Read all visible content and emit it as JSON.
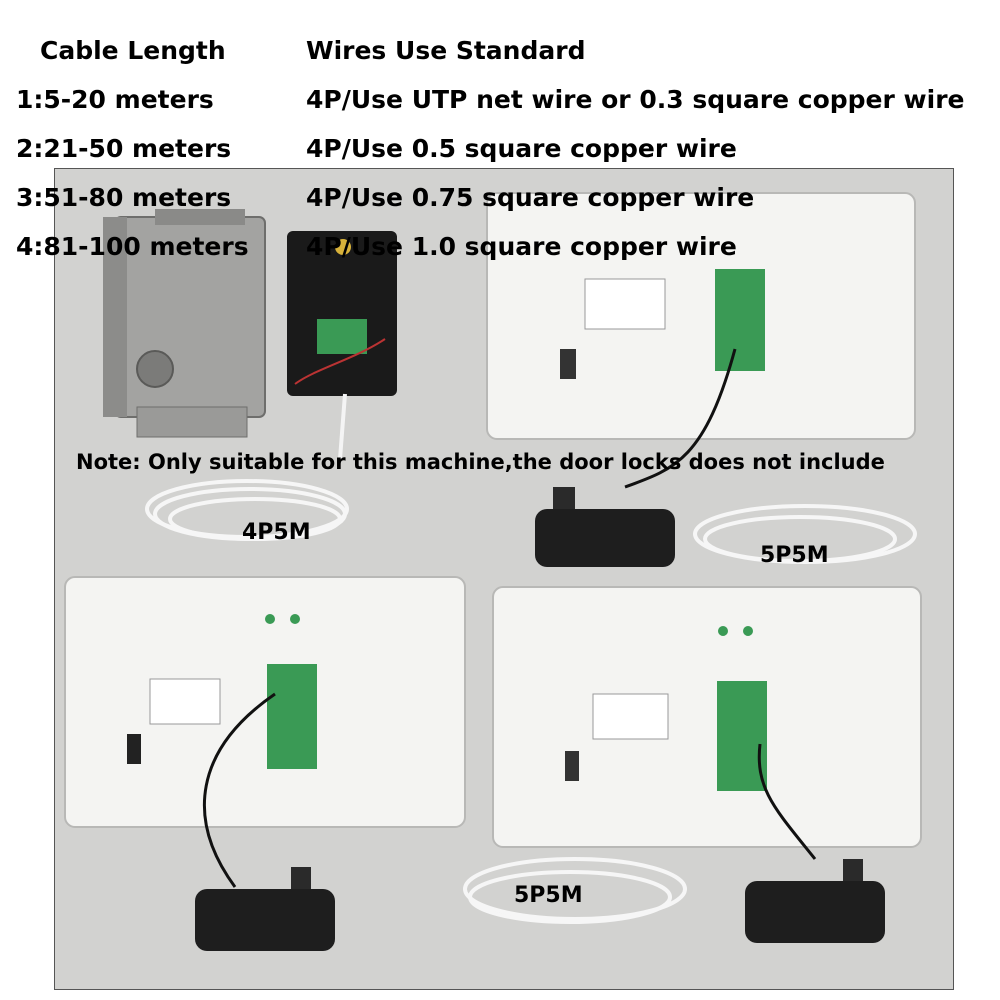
{
  "header": {
    "col1": "Cable Length",
    "col2": "Wires Use Standard"
  },
  "rows": [
    {
      "length": "1:5-20 meters",
      "standard": "4P/Use UTP net wire or 0.3 square copper wire"
    },
    {
      "length": "2:21-50 meters",
      "standard": "4P/Use 0.5 square copper wire"
    },
    {
      "length": "3:51-80 meters",
      "standard": "4P/Use 0.75 square copper wire"
    },
    {
      "length": "4:81-100 meters",
      "standard": "4P/Use 1.0 square copper wire"
    }
  ],
  "note": "Note: Only suitable for this machine,the door locks does not include",
  "cable_labels": {
    "lock_cable": "4P5M",
    "right_cable": "5P5M",
    "bottom_cable": "5P5M"
  },
  "colors": {
    "background": "#cfcfcd",
    "device_white": "#f4f4f2",
    "pcb_green": "#3a9a55",
    "adapter_black": "#1e1e1e",
    "lock_steel": "#9a9a98"
  },
  "icons": [
    "electric-lock",
    "door-station",
    "indoor-monitor",
    "power-adapter",
    "cable-coil"
  ]
}
